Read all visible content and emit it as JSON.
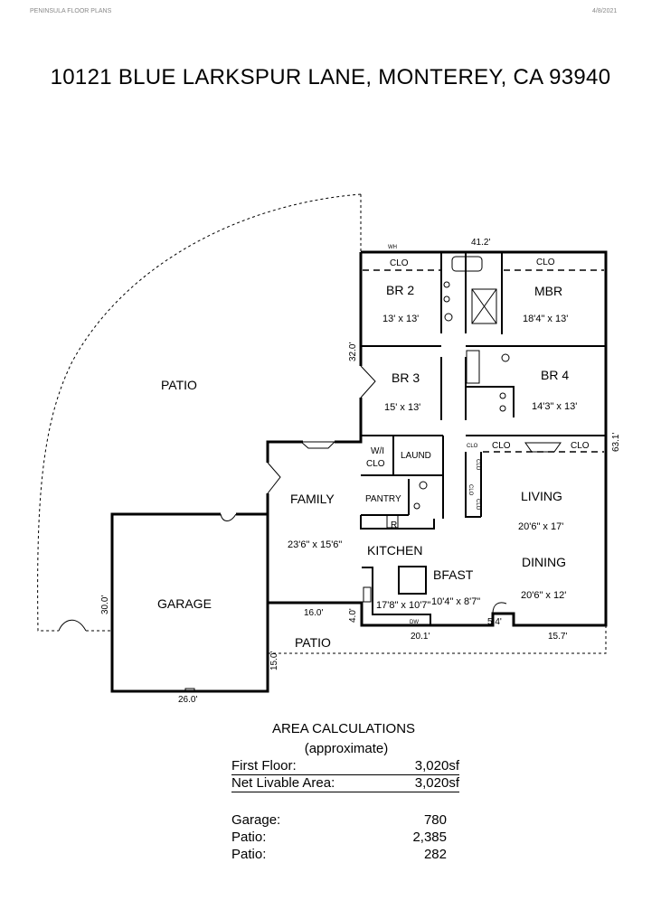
{
  "header": {
    "company": "PENINSULA FLOOR PLANS",
    "date": "4/8/2021",
    "title": "10121 BLUE LARKSPUR LANE, MONTEREY, CA  93940"
  },
  "rooms": {
    "br2": {
      "name": "BR 2",
      "size": "13' x 13'"
    },
    "mbr": {
      "name": "MBR",
      "size": "18'4\" x 13'"
    },
    "br3": {
      "name": "BR 3",
      "size": "15' x 13'"
    },
    "br4": {
      "name": "BR 4",
      "size": "14'3\" x 13'"
    },
    "family": {
      "name": "FAMILY",
      "size": "23'6\" x 15'6\""
    },
    "living": {
      "name": "LIVING",
      "size": "20'6\" x 17'"
    },
    "kitchen": {
      "name": "KITCHEN",
      "size": "17'8\" x 10'7\""
    },
    "bfast": {
      "name": "BFAST",
      "size": "10'4\" x 8'7\""
    },
    "dining": {
      "name": "DINING",
      "size": "20'6\" x 12'"
    },
    "garage": {
      "name": "GARAGE"
    },
    "patio_main": {
      "name": "PATIO"
    },
    "patio_front": {
      "name": "PATIO"
    },
    "wicl": {
      "name": "W/I\nCLO",
      "line1": "W/I",
      "line2": "CLO"
    },
    "laund": {
      "name": "LAUND"
    },
    "pantry": {
      "name": "PANTRY"
    }
  },
  "labels": {
    "clo": "CLO",
    "wh": "WH",
    "r": "R",
    "dw": "DW"
  },
  "dimensions": {
    "top_width": "41.2'",
    "left_depth": "32.0'",
    "right_depth": "63.1'",
    "garage_depth": "30.0'",
    "garage_width": "26.0'",
    "connector_width": "16.0'",
    "connector_depth": "4.0'",
    "patio_depth": "15.0'",
    "kitchen_run": "20.1'",
    "step_width": "5.4'",
    "dining_run": "15.7'"
  },
  "area": {
    "title": "AREA CALCULATIONS",
    "subtitle": "(approximate)",
    "first_floor_label": "First Floor:",
    "first_floor_value": "3,020sf",
    "net_label": "Net Livable Area:",
    "net_value": "3,020sf",
    "garage_label": "Garage:",
    "garage_value": "780",
    "patio1_label": "Patio:",
    "patio1_value": "2,385",
    "patio2_label": "Patio:",
    "patio2_value": "282"
  }
}
